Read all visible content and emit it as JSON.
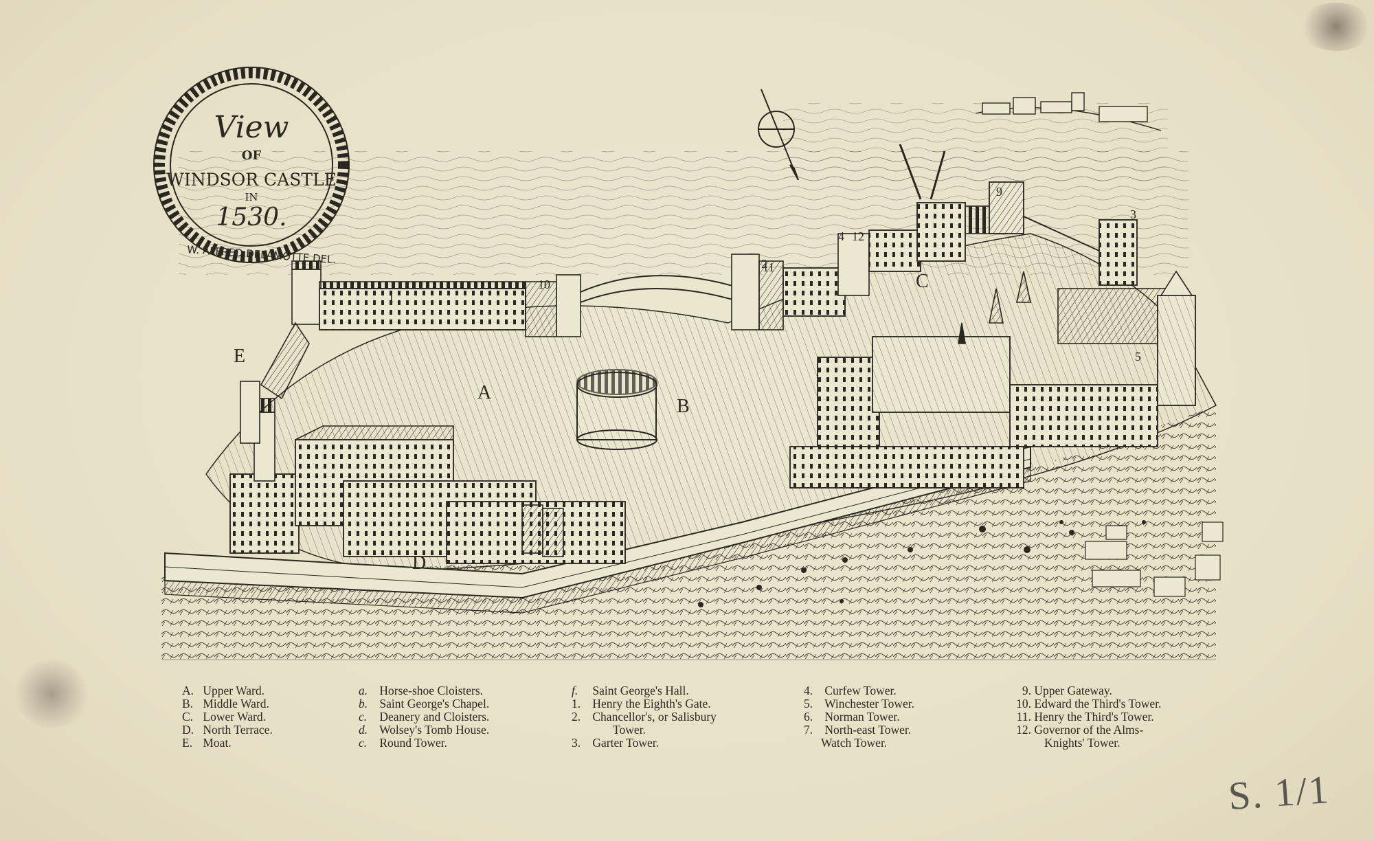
{
  "cartouche": {
    "line1": "View",
    "line2": "OF",
    "line3": "WINDSOR CASTLE",
    "line4": "IN",
    "line5": "1530.",
    "signature": "W. ALFRED DELAMOTTE DEL."
  },
  "map_letters": [
    "A",
    "B",
    "C",
    "D",
    "E"
  ],
  "map_numbers": [
    "1",
    "2",
    "3",
    "4",
    "5",
    "9",
    "10",
    "11",
    "12"
  ],
  "legend": {
    "col1": [
      {
        "key": "A.",
        "text": "Upper Ward."
      },
      {
        "key": "B.",
        "text": "Middle Ward."
      },
      {
        "key": "C.",
        "text": "Lower Ward."
      },
      {
        "key": "D.",
        "text": "North Terrace."
      },
      {
        "key": "E.",
        "text": "Moat."
      }
    ],
    "col2": [
      {
        "key": "a.",
        "text": "Horse-shoe Cloisters."
      },
      {
        "key": "b.",
        "text": "Saint George's Chapel."
      },
      {
        "key": "c.",
        "text": "Deanery and Cloisters."
      },
      {
        "key": "d.",
        "text": "Wolsey's Tomb House."
      },
      {
        "key": "c.",
        "text": "Round Tower."
      }
    ],
    "col3": [
      {
        "key": "f.",
        "text": "Saint George's Hall."
      },
      {
        "key": "1.",
        "text": "Henry the Eighth's Gate."
      },
      {
        "key": "2.",
        "text": "Chancellor's, or Salisbury"
      },
      {
        "key": "",
        "text": "Tower."
      },
      {
        "key": "3.",
        "text": "Garter Tower."
      }
    ],
    "col4": [
      {
        "key": "4.",
        "text": "Curfew Tower."
      },
      {
        "key": "5.",
        "text": "Winchester Tower."
      },
      {
        "key": "6.",
        "text": "Norman Tower."
      },
      {
        "key": "7.",
        "text": "North-east Tower."
      },
      {
        "key": "",
        "text": "Watch Tower."
      }
    ],
    "col5": [
      {
        "key": "9.",
        "text": "Upper Gateway."
      },
      {
        "key": "10.",
        "text": "Edward the Third's Tower."
      },
      {
        "key": "11.",
        "text": "Henry the Third's Tower."
      },
      {
        "key": "12.",
        "text": "Governor of the Alms-"
      },
      {
        "key": "",
        "text": "Knights' Tower."
      }
    ]
  },
  "shelfmark": "S. 1/1",
  "colors": {
    "paper": "#e9e4cd",
    "ink": "#2a2620"
  }
}
